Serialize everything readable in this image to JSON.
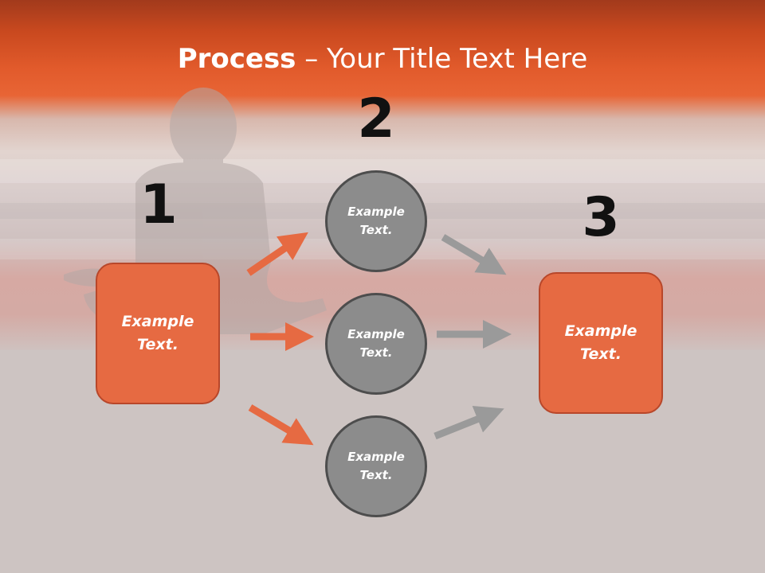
{
  "title": {
    "bold": "Process",
    "rest": " – Your Title Text Here"
  },
  "steps": [
    {
      "number": "1",
      "label_line1": "Example",
      "label_line2": "Text."
    },
    {
      "number": "2",
      "label_line1": "Example",
      "label_line2": "Text."
    },
    {
      "number": "3",
      "label_line1": "Example",
      "label_line2": "Text."
    }
  ],
  "circles": [
    {
      "label_line1": "Example",
      "label_line2": "Text."
    },
    {
      "label_line1": "Example",
      "label_line2": "Text."
    },
    {
      "label_line1": "Example",
      "label_line2": "Text."
    }
  ],
  "colors": {
    "accent": "#e66a42",
    "header": "#e15a2b",
    "circle": "#8c8c8c",
    "arrow_gray": "#9a9a9a"
  }
}
